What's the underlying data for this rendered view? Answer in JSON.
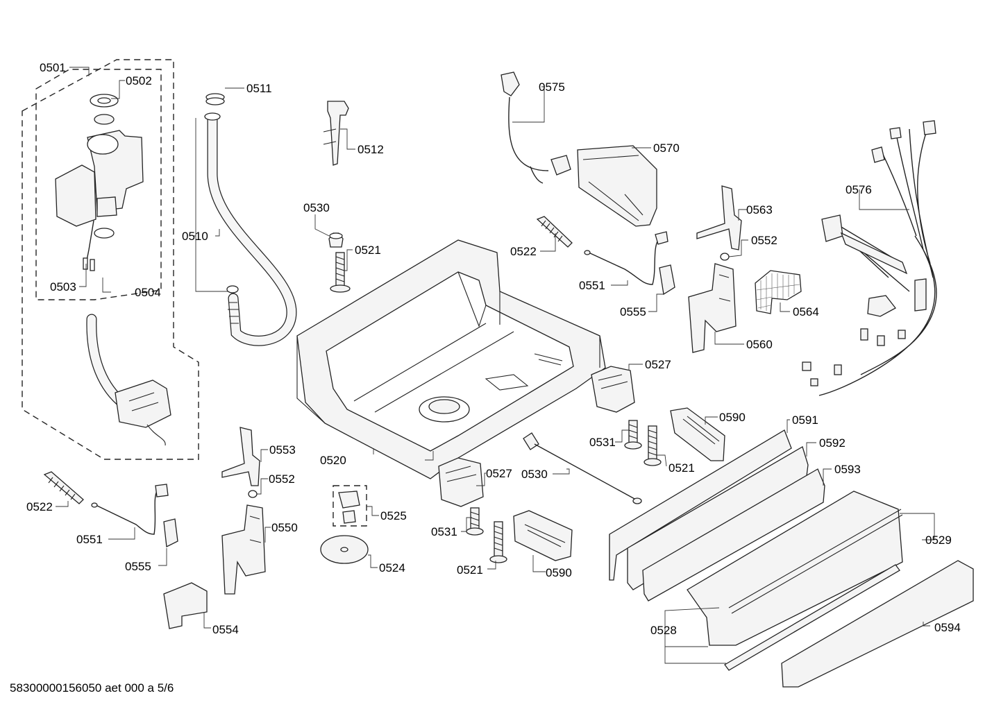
{
  "footer_code": "58300000156050 aet 000 a 5/6",
  "labels": {
    "p0501": "0501",
    "p0502": "0502",
    "p0503": "0503",
    "p0504": "0504",
    "p0510": "0510",
    "p0511": "0511",
    "p0512": "0512",
    "p0520": "0520",
    "p0521": "0521",
    "p0522": "0522",
    "p0524": "0524",
    "p0525": "0525",
    "p0527": "0527",
    "p0528": "0528",
    "p0529": "0529",
    "p0530": "0530",
    "p0531": "0531",
    "p0550": "0550",
    "p0551": "0551",
    "p0552": "0552",
    "p0553": "0553",
    "p0554": "0554",
    "p0555": "0555",
    "p0560": "0560",
    "p0563": "0563",
    "p0564": "0564",
    "p0570": "0570",
    "p0575": "0575",
    "p0576": "0576",
    "p0590": "0590",
    "p0591": "0591",
    "p0592": "0592",
    "p0593": "0593",
    "p0594": "0594"
  }
}
